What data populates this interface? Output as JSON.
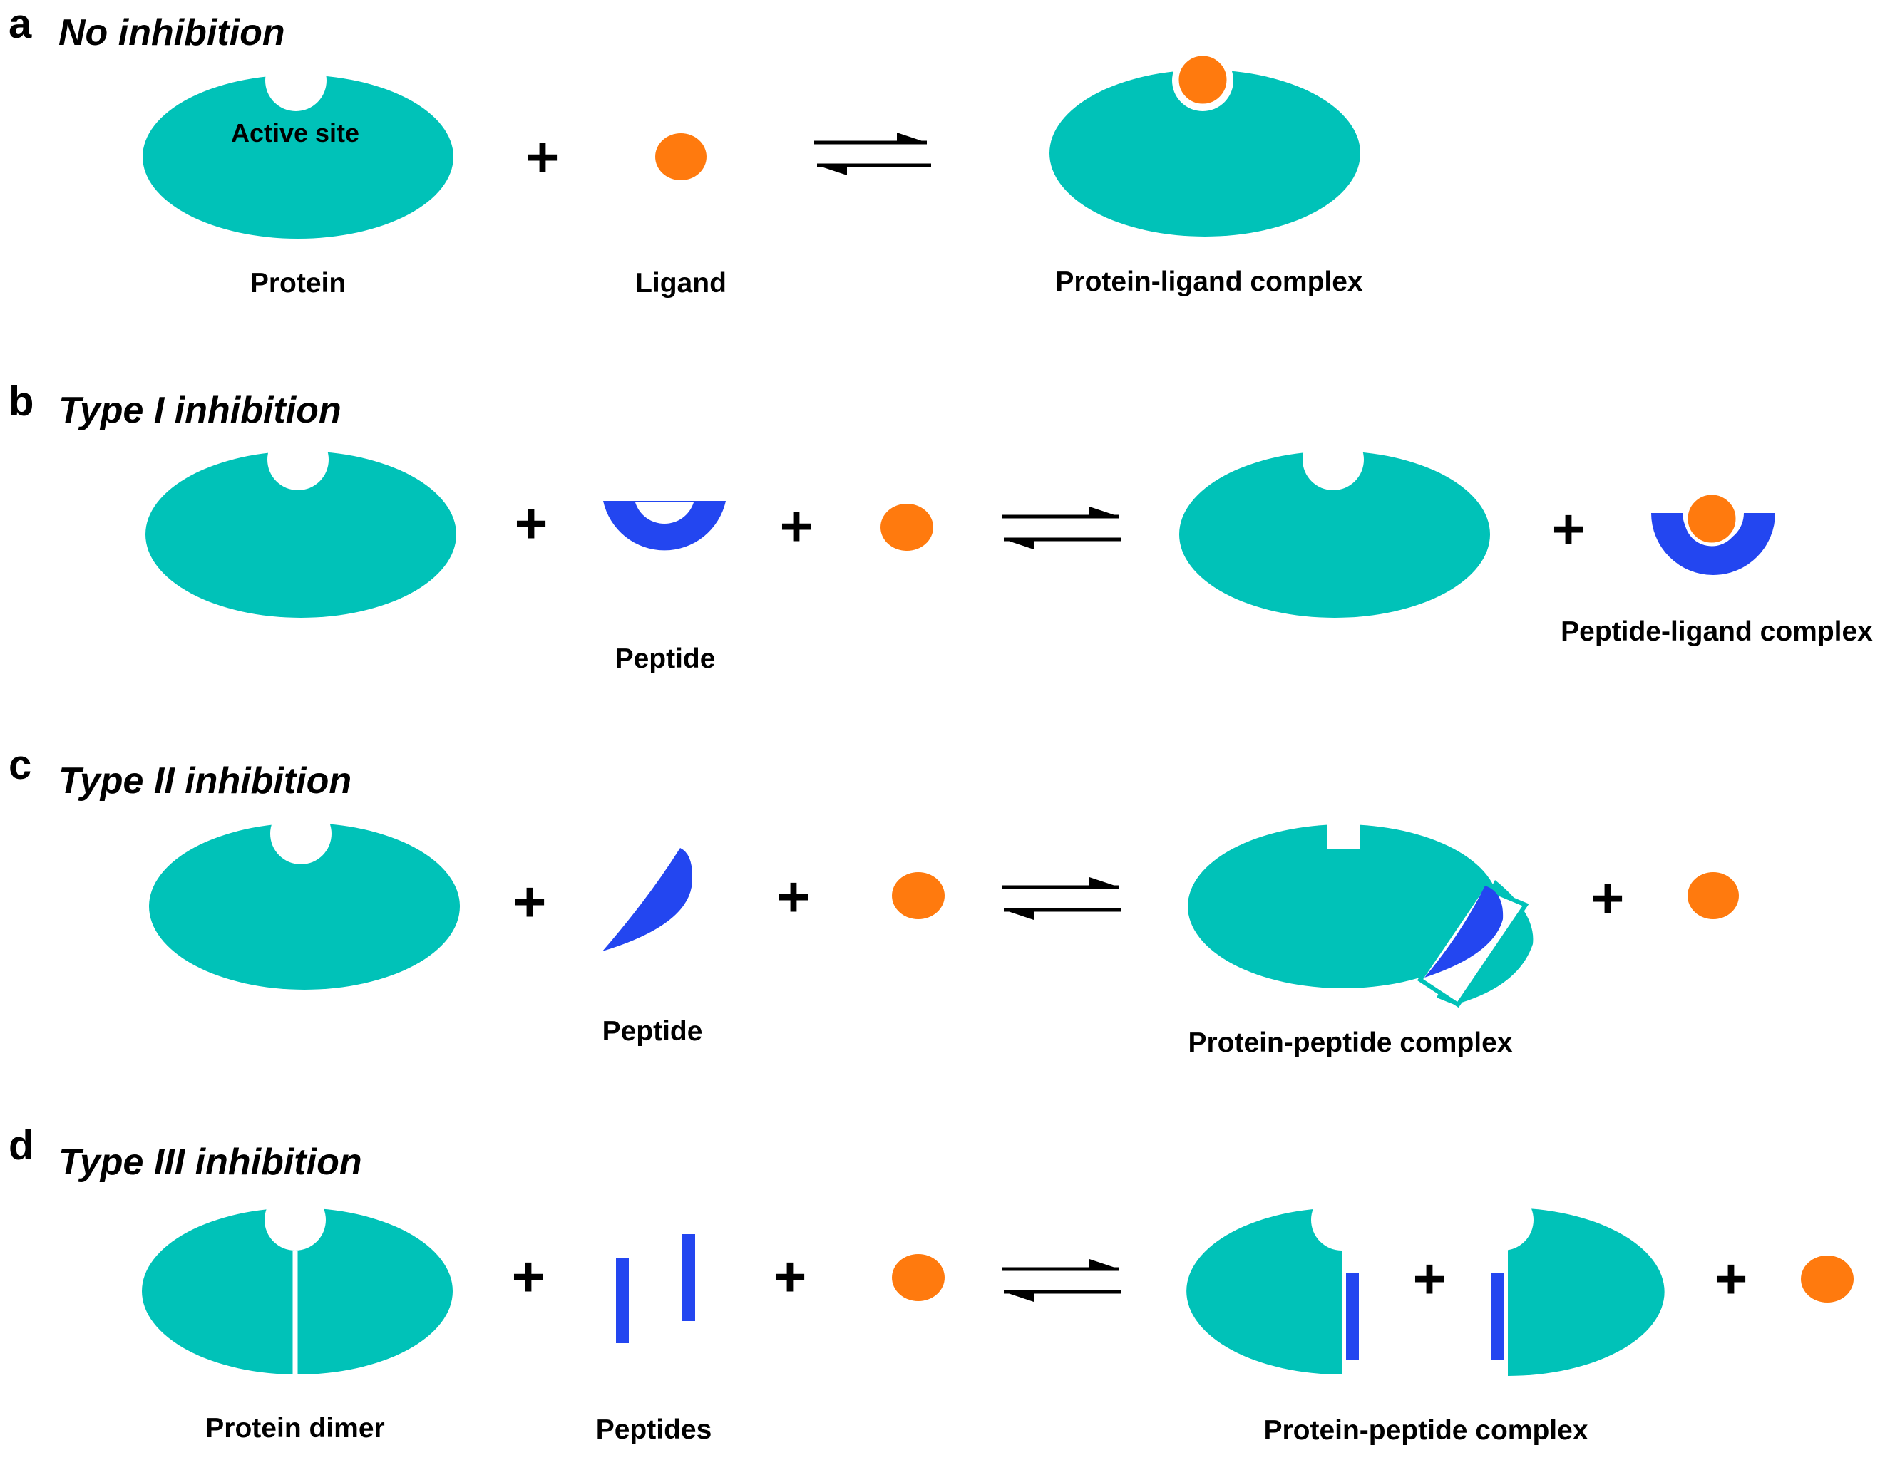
{
  "colors": {
    "protein": "#00c2b8",
    "ligand": "#ff7a0e",
    "peptide": "#2346f0",
    "background": "#ffffff",
    "text": "#000000"
  },
  "operators": {
    "plus": "+"
  },
  "panels": [
    {
      "letter": "a",
      "title": "No inhibition",
      "labels": {
        "active_site": "Active site",
        "protein": "Protein",
        "ligand": "Ligand",
        "complex": "Protein-ligand complex"
      }
    },
    {
      "letter": "b",
      "title": "Type I inhibition",
      "labels": {
        "peptide": "Peptide",
        "complex": "Peptide-ligand complex"
      }
    },
    {
      "letter": "c",
      "title": "Type II inhibition",
      "labels": {
        "peptide": "Peptide",
        "complex": "Protein-peptide complex"
      }
    },
    {
      "letter": "d",
      "title": "Type III inhibition",
      "labels": {
        "protein": "Protein dimer",
        "peptide": "Peptides",
        "complex": "Protein-peptide complex"
      }
    }
  ]
}
